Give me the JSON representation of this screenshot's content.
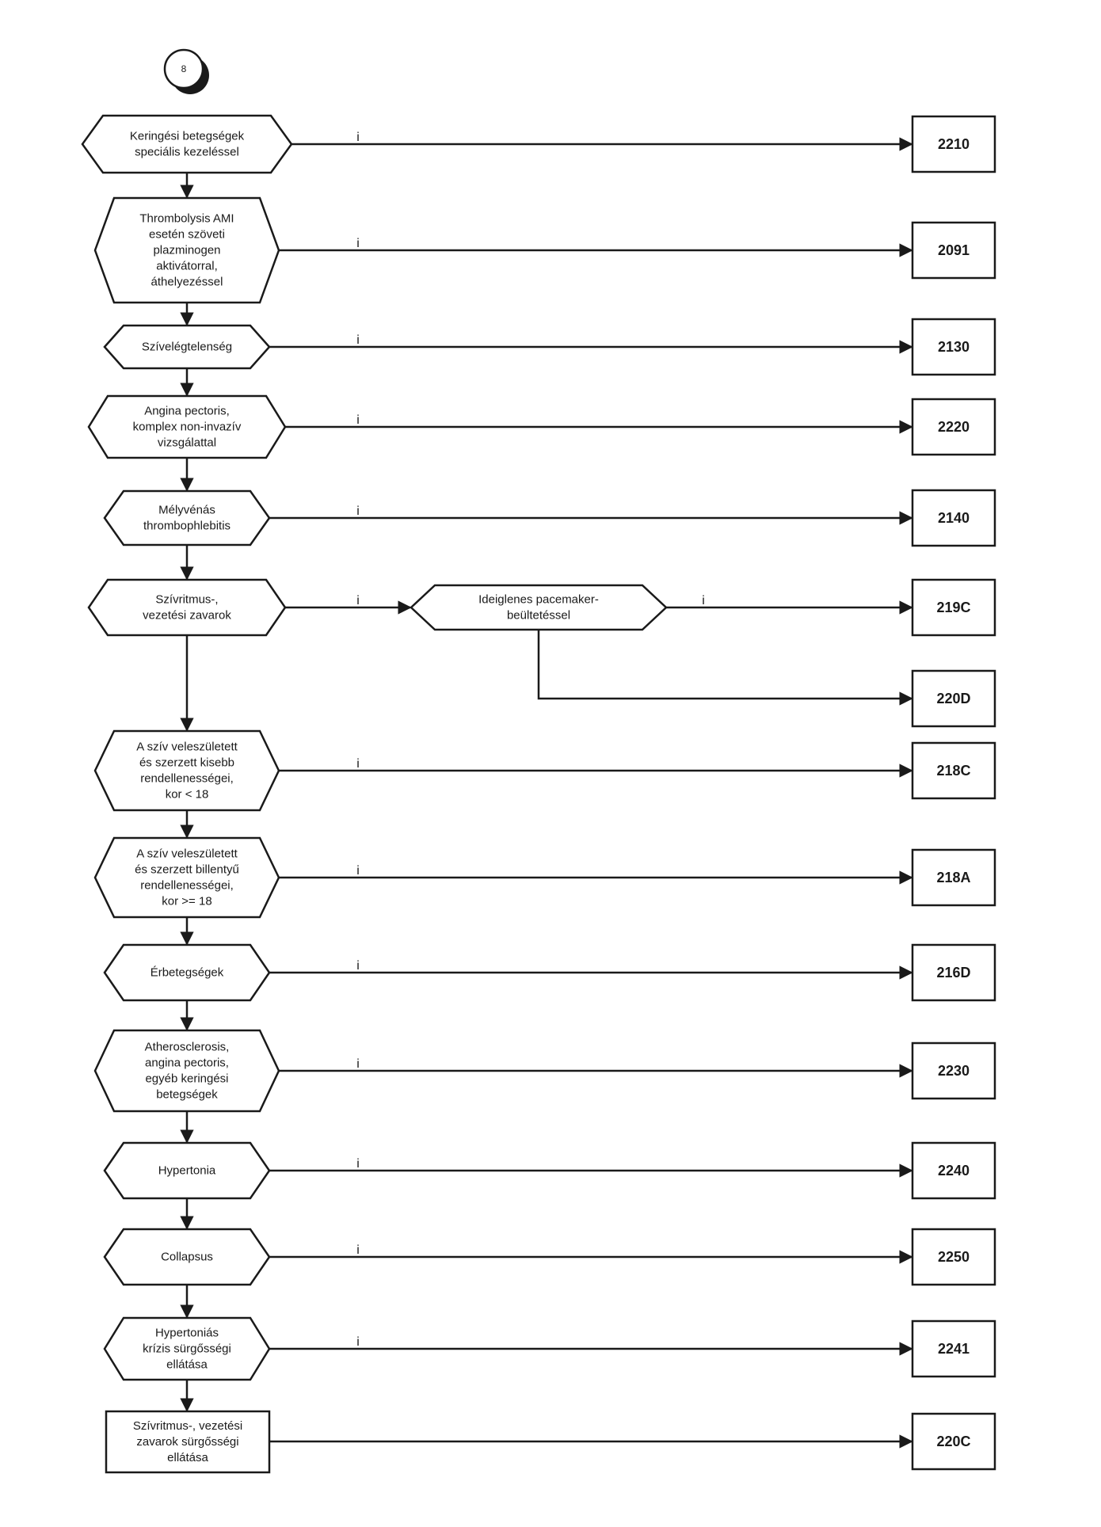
{
  "start": {
    "label": "8"
  },
  "colors": {
    "line": "#1a1a1a",
    "fill": "#ffffff"
  },
  "decisions": [
    {
      "id": "d1",
      "lines": [
        "Keringési betegségek",
        "speciális kezeléssel"
      ],
      "yes": "i",
      "target": "2210"
    },
    {
      "id": "d2",
      "lines": [
        "Thrombolysis AMI",
        "esetén szöveti",
        "plazminogen",
        "aktivátorral,",
        "áthelyezéssel"
      ],
      "yes": "i",
      "target": "2091"
    },
    {
      "id": "d3",
      "lines": [
        "Szívelégtelenség"
      ],
      "yes": "i",
      "target": "2130"
    },
    {
      "id": "d4",
      "lines": [
        "Angina pectoris,",
        "komplex non-invazív",
        "vizsgálattal"
      ],
      "yes": "i",
      "target": "2220"
    },
    {
      "id": "d5",
      "lines": [
        "Mélyvénás",
        "thrombophlebitis"
      ],
      "yes": "i",
      "target": "2140"
    },
    {
      "id": "d6",
      "lines": [
        "Szívritmus-,",
        "vezetési zavarok"
      ],
      "yes": "i",
      "target": null
    },
    {
      "id": "d7",
      "lines": [
        "A szív veleszületett",
        "és szerzett kisebb",
        "rendellenességei,",
        "kor < 18"
      ],
      "yes": "i",
      "target": "218C"
    },
    {
      "id": "d8",
      "lines": [
        "A szív veleszületett",
        "és szerzett billentyű",
        "rendellenességei,",
        "kor >= 18"
      ],
      "yes": "i",
      "target": "218A"
    },
    {
      "id": "d9",
      "lines": [
        "Érbetegségek"
      ],
      "yes": "i",
      "target": "216D"
    },
    {
      "id": "d10",
      "lines": [
        "Atherosclerosis,",
        "angina pectoris,",
        "egyéb keringési",
        "betegségek"
      ],
      "yes": "i",
      "target": "2230"
    },
    {
      "id": "d11",
      "lines": [
        "Hypertonia"
      ],
      "yes": "i",
      "target": "2240"
    },
    {
      "id": "d12",
      "lines": [
        "Collapsus"
      ],
      "yes": "i",
      "target": "2250"
    },
    {
      "id": "d13",
      "lines": [
        "Hypertoniás",
        "krízis sürgősségi",
        "ellátása"
      ],
      "yes": "i",
      "target": "2241"
    }
  ],
  "sub_decision": {
    "id": "d6b",
    "lines": [
      "Ideiglenes pacemaker-",
      "beültetéssel"
    ],
    "yes": "i",
    "target": "219C",
    "no_target": "220D"
  },
  "final_process": {
    "lines": [
      "Szívritmus-, vezetési",
      "zavarok sürgősségi",
      "ellátása"
    ],
    "target": "220C"
  },
  "codes": [
    "2210",
    "2091",
    "2130",
    "2220",
    "2140",
    "219C",
    "220D",
    "218C",
    "218A",
    "216D",
    "2230",
    "2240",
    "2250",
    "2241",
    "220C"
  ]
}
